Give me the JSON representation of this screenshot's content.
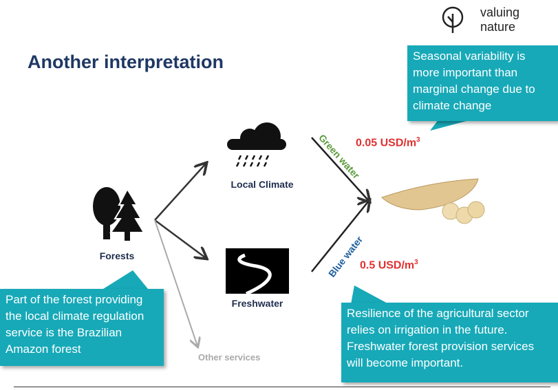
{
  "logo": {
    "line1": "valuing",
    "line2": "nature",
    "icon": "tree-icon"
  },
  "title": "Another interpretation",
  "nodes": {
    "forests": "Forests",
    "local_climate": "Local Climate",
    "freshwater": "Freshwater",
    "other_services": "Other services"
  },
  "flows": {
    "green_water": "Green water",
    "blue_water": "Blue water",
    "green_price": "0.05 USD/m",
    "blue_price": "0.5 USD/m",
    "unit_exp": "3"
  },
  "callouts": {
    "top_right": "Seasonal variability is more important than marginal change due to climate change",
    "left": "Part of the forest providing the local climate regulation service is the Brazilian Amazon forest",
    "bottom_right": "Resilience of the agricultural sector relies on irrigation in the future. Freshwater forest provision services will become important."
  },
  "colors": {
    "teal": "#17a9b8",
    "title": "#1f3864",
    "price": "#e03030",
    "green": "#5a9a3a",
    "blue": "#1f5fa0"
  }
}
